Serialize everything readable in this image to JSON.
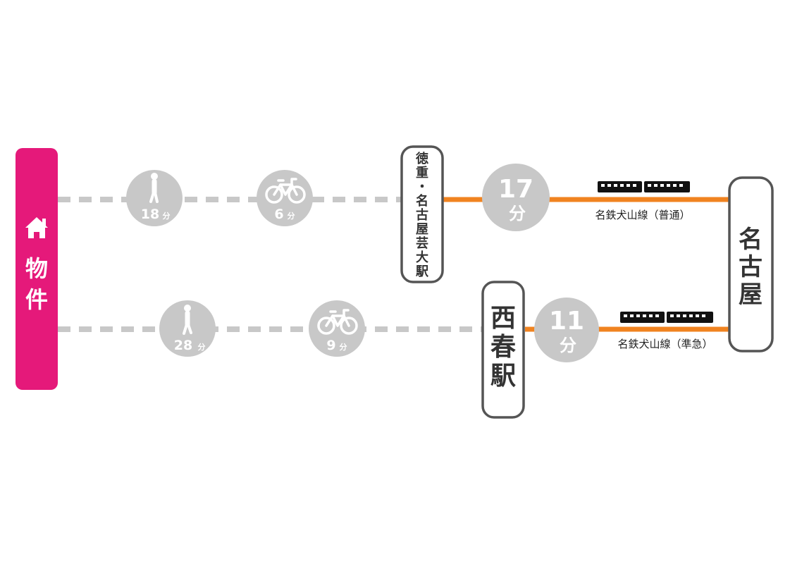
{
  "origin": {
    "label_chars": [
      "物",
      "件"
    ],
    "icon": "house-icon",
    "color": "#e5197a"
  },
  "stations": {
    "tokushige": {
      "label_chars": [
        "徳",
        "重",
        "・",
        "名",
        "古",
        "屋",
        "芸",
        "大",
        "駅"
      ]
    },
    "nishiharu": {
      "label_chars": [
        "西",
        "春",
        "駅"
      ]
    },
    "nagoya": {
      "label_chars": [
        "名",
        "古",
        "屋"
      ]
    }
  },
  "routes": [
    {
      "walk": {
        "icon": "walking-person-icon",
        "minutes": "18",
        "unit": "分"
      },
      "bike": {
        "icon": "bicycle-icon",
        "minutes": "6",
        "unit": "分"
      },
      "train": {
        "minutes": "17",
        "unit": "分",
        "line": "名鉄犬山線（普通）",
        "icon": "train-icon"
      }
    },
    {
      "walk": {
        "icon": "walking-person-icon",
        "minutes": "28",
        "unit": "分"
      },
      "bike": {
        "icon": "bicycle-icon",
        "minutes": "9",
        "unit": "分"
      },
      "train": {
        "minutes": "11",
        "unit": "分",
        "line": "名鉄犬山線（準急）",
        "icon": "train-icon"
      }
    }
  ],
  "colors": {
    "dash": "#c8c8c8",
    "circle": "#c8c8c8",
    "rail": "#f08320",
    "station_border": "#555555",
    "train": "#111111"
  }
}
